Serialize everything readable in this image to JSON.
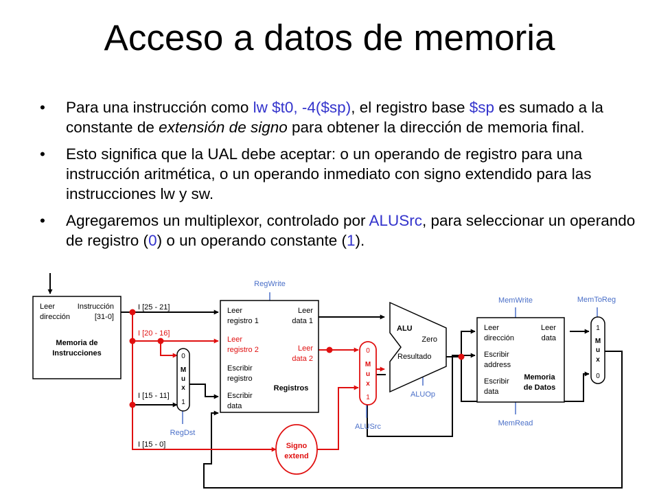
{
  "title": "Acceso a datos de memoria",
  "bullets": [
    {
      "p1": "Para una instrucción como ",
      "code": "lw $t0, -4($sp)",
      "p2": ", el registro base ",
      "reg": "$sp",
      "p3": " es sumado a la constante de ",
      "em": "extensión de signo",
      "p4": " para obtener la dirección de memoria final."
    },
    {
      "text": "Esto significa que la UAL debe aceptar: o un operando de registro para una instrucción aritmética, o un operando inmediato con signo extendido para las instrucciones lw y sw."
    },
    {
      "p1": "Agregaremos un multiplexor, controlado por ",
      "ctrl": "ALUSrc",
      "p2": ", para seleccionar un operando de registro (",
      "zero": "0",
      "p3": ") o un operando constante (",
      "one": "1",
      "p4": ")."
    }
  ],
  "diagram": {
    "imem": {
      "leer": "Leer",
      "direccion": "dirección",
      "instruccion": "Instrucción",
      "bits": "[31-0]",
      "name1": "Memoria de",
      "name2": "Instrucciones"
    },
    "fields": {
      "rs": "I [25 - 21]",
      "rt": "I [20 - 16]",
      "rd": "I [15 - 11]",
      "imm": "I [15 - 0]"
    },
    "regdst_mux": {
      "in0": "0",
      "m": "M",
      "u": "u",
      "x": "x",
      "in1": "1",
      "control": "RegDst"
    },
    "registers": {
      "control": "RegWrite",
      "read_reg1_a": "Leer",
      "read_reg1_b": "registro 1",
      "read_reg2_a": "Leer",
      "read_reg2_b": "registro 2",
      "write_reg_a": "Escribir",
      "write_reg_b": "registro",
      "write_data_a": "Escribir",
      "write_data_b": "data",
      "read_data1_a": "Leer",
      "read_data1_b": "data 1",
      "read_data2_a": "Leer",
      "read_data2_b": "data 2",
      "name": "Registros"
    },
    "alusrc_mux": {
      "in0": "0",
      "m": "M",
      "u": "u",
      "x": "x",
      "in1": "1",
      "control": "ALUSrc"
    },
    "alu": {
      "name": "ALU",
      "zero": "Zero",
      "result": "Resultado",
      "control": "ALUOp"
    },
    "sign_extend": {
      "line1": "Signo",
      "line2": "extend"
    },
    "dmem": {
      "write_control": "MemWrite",
      "read_control": "MemRead",
      "addr_a": "Leer",
      "addr_b": "dirección",
      "waddr_a": "Escribir",
      "waddr_b": "address",
      "wdata_a": "Escribir",
      "wdata_b": "data",
      "rdata_a": "Leer",
      "rdata_b": "data",
      "name1": "Memoria",
      "name2": "de Datos"
    },
    "memtoreg_mux": {
      "in1": "1",
      "m": "M",
      "u": "u",
      "x": "x",
      "in0": "0",
      "control": "MemToReg"
    }
  },
  "colors": {
    "text": "#000000",
    "highlight_blue": "#3333cc",
    "highlight_red": "#e01010",
    "control_blue": "#4a6fc8",
    "wire": "#000000"
  }
}
